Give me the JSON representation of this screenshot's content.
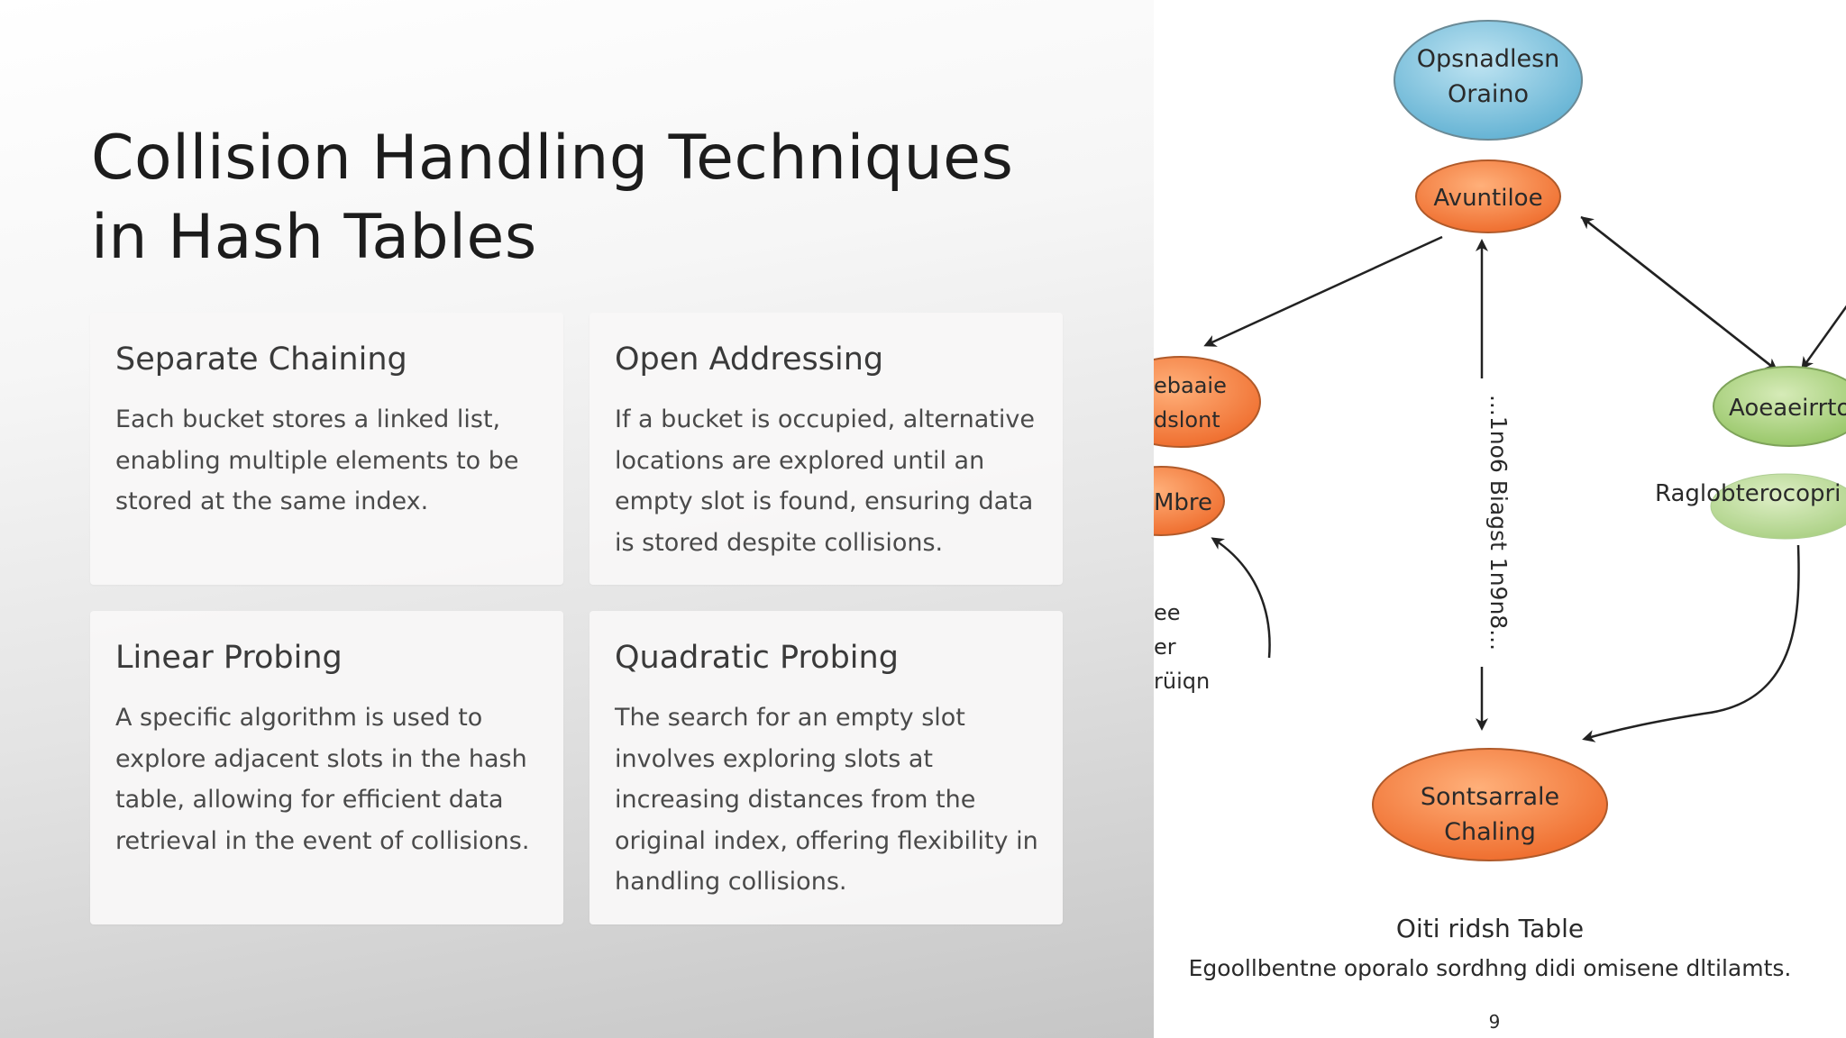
{
  "slide": {
    "title_line1": "Collision Handling Techniques",
    "title_line2": "in Hash Tables"
  },
  "cards": [
    {
      "heading": "Separate Chaining",
      "body": "Each bucket stores a linked list, enabling multiple elements to be stored at the same index."
    },
    {
      "heading": "Open Addressing",
      "body": "If a bucket is occupied, alternative locations are explored until an empty slot is found, ensuring data is stored despite collisions."
    },
    {
      "heading": "Linear Probing",
      "body": "A specific algorithm is used to explore adjacent slots in the hash table, allowing for efficient data retrieval in the event of collisions."
    },
    {
      "heading": "Quadratic Probing",
      "body": "The search for an empty slot involves exploring slots at increasing distances from the original index, offering flexibility in handling collisions."
    }
  ],
  "diagram": {
    "node_top_line1": "Opsnadlesn",
    "node_top_line2": "Oraino",
    "node_center": "Avuntiloe",
    "node_left_line1": "ebaaie",
    "node_left_line2": "dslont",
    "node_left2": "Mbre",
    "node_right": "Aoeaeirrto",
    "label_right": "Raglobterocopri",
    "label_left_line1": "ee",
    "label_left_line2": "er",
    "label_left_line3": "rüiqn",
    "vertical_label": "...1no6 Biagst 1n9n8...",
    "node_bottom_line1": "Sontsarrale",
    "node_bottom_line2": "Chaling",
    "caption_title": "Oiti ridsh Table",
    "caption_body": "Egoollbentne oporalo sordhng didi omisene dltilamts.",
    "page_mark": "9",
    "colors": {
      "blue_node": "#7ec4df",
      "orange_node": "#f07a3c",
      "green_node": "#a9d07a"
    }
  }
}
